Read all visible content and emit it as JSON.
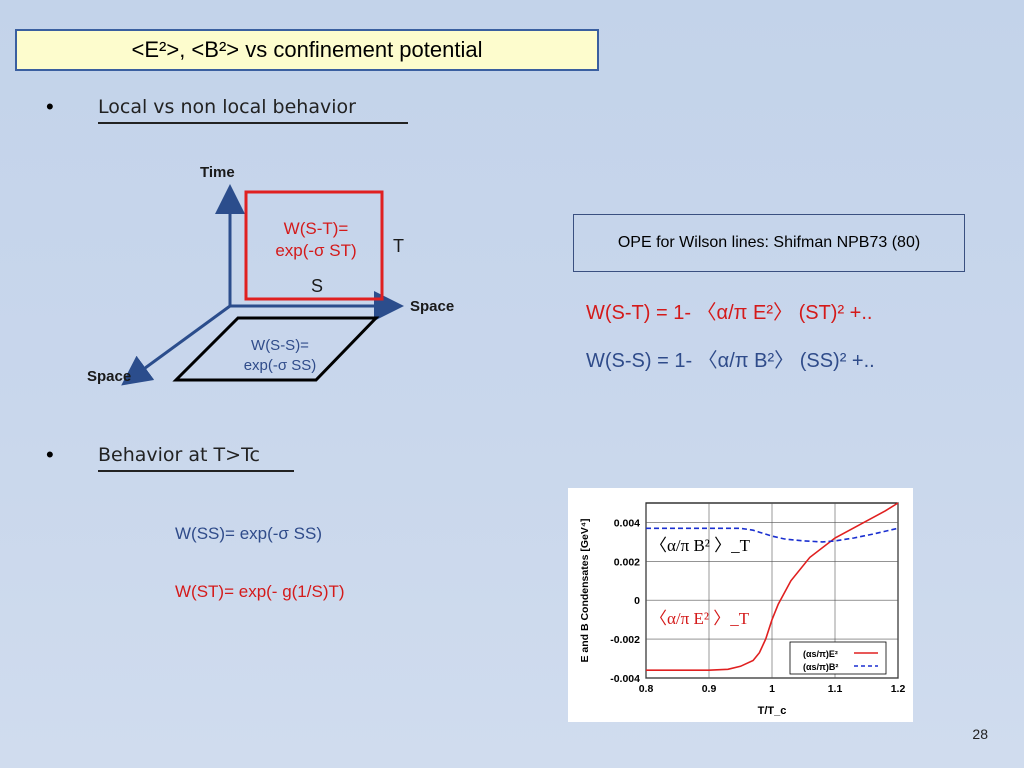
{
  "slide": {
    "title": "<E²>, <B²>   vs   confinement  potential",
    "bullet1": "Local vs non local behavior",
    "bullet2": "Behavior at T>Tc",
    "bullet_symbol": "•",
    "page_number": "28"
  },
  "diagram": {
    "time_label": "Time",
    "space_right_label": "Space",
    "space_left_label": "Space",
    "st_box_line1": "W(S-T)=",
    "st_box_line2": "exp(-σ ST)",
    "t_label": "T",
    "s_label": "S",
    "ss_box_line1": "W(S-S)=",
    "ss_box_line2": "exp(-σ SS)"
  },
  "ope": {
    "box_text": "OPE for Wilson lines: Shifman NPB73 (80)",
    "eq_st": "W(S-T) = 1- 〈α/π E²〉 (ST)²  +..",
    "eq_ss": "W(S-S) = 1- 〈α/π B²〉 (SS)²  +.."
  },
  "highT": {
    "eq_ss": "W(SS)= exp(-σ SS)",
    "eq_st": "W(ST)= exp(- g(1/S)T)"
  },
  "chart_data": {
    "type": "line",
    "xlabel": "T/T_c",
    "ylabel": "E and B Condensates [GeV⁴]",
    "xlim": [
      0.8,
      1.2
    ],
    "ylim": [
      -0.004,
      0.005
    ],
    "xticks": [
      "0.8",
      "0.9",
      "1",
      "1.1",
      "1.2"
    ],
    "yticks": [
      "0.004",
      "0.002",
      "0",
      "-0.002",
      "-0.004"
    ],
    "grid": true,
    "legend_position": "bottom-right",
    "annotations": [
      {
        "text": "〈α/π B² 〉_T",
        "color": "#000000"
      },
      {
        "text": "〈α/π E² 〉_T",
        "color": "#d41a1a"
      }
    ],
    "series": [
      {
        "name": "(αs/π)E²",
        "color": "#e02020",
        "style": "solid",
        "x": [
          0.8,
          0.85,
          0.9,
          0.93,
          0.95,
          0.97,
          0.98,
          0.99,
          1.0,
          1.01,
          1.03,
          1.06,
          1.1,
          1.14,
          1.18,
          1.2
        ],
        "y": [
          -0.0036,
          -0.0036,
          -0.0036,
          -0.00355,
          -0.0034,
          -0.0031,
          -0.0027,
          -0.002,
          -0.001,
          -0.0002,
          0.001,
          0.0022,
          0.0032,
          0.0039,
          0.0046,
          0.005
        ]
      },
      {
        "name": "(αs/π)B²",
        "color": "#1a2fd0",
        "style": "dashed",
        "x": [
          0.8,
          0.85,
          0.9,
          0.95,
          0.97,
          0.98,
          0.99,
          1.0,
          1.02,
          1.05,
          1.08,
          1.1,
          1.13,
          1.16,
          1.2
        ],
        "y": [
          0.0037,
          0.0037,
          0.0037,
          0.0037,
          0.0036,
          0.0035,
          0.0034,
          0.0033,
          0.00315,
          0.00305,
          0.003,
          0.00305,
          0.0032,
          0.0034,
          0.0037
        ]
      }
    ]
  }
}
